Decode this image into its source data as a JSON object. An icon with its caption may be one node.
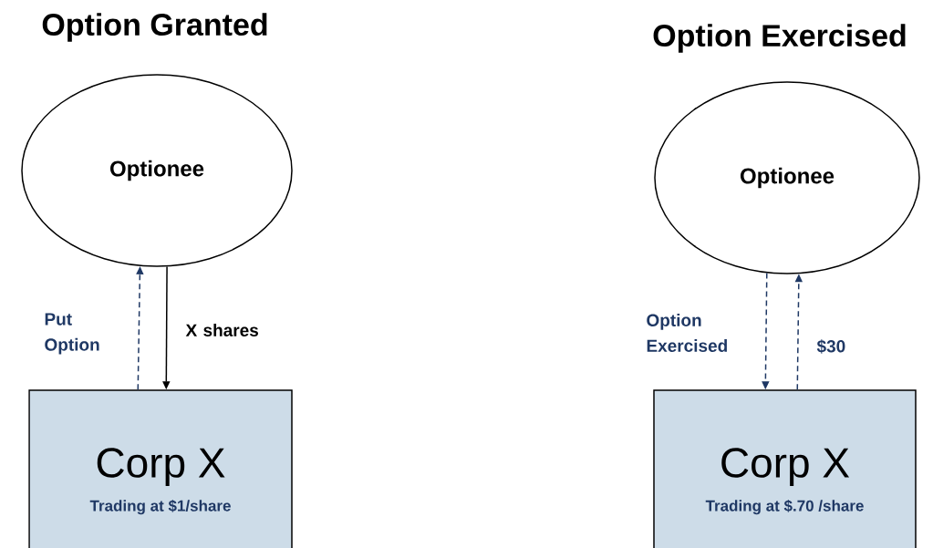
{
  "diagram": {
    "nodes": [
      {
        "text": [
          "Optionee"
        ]
      },
      {
        "text": [
          "Corp X",
          "Trading at $1/share"
        ]
      },
      {
        "text": [
          "Optionee"
        ]
      },
      {
        "text": [
          "Corp X",
          "Trading at $.70 /share"
        ]
      }
    ],
    "edges": [
      {
        "from": 1,
        "to": 0,
        "arrow": "to",
        "label": "Put Option",
        "style": "dashed",
        "color": "#1f3864"
      },
      {
        "from": 0,
        "to": 1,
        "arrow": "to",
        "label": "X shares",
        "color": "#000000"
      },
      {
        "from": 2,
        "to": 3,
        "arrow": "to",
        "label": "Option Exercised",
        "style": "dashed",
        "color": "#1f3864"
      },
      {
        "from": 3,
        "to": 2,
        "arrow": "to",
        "label": "$30",
        "style": "dashed",
        "color": "#1f3864"
      }
    ],
    "labels": [
      "Option Granted",
      "Option Exercised"
    ]
  }
}
